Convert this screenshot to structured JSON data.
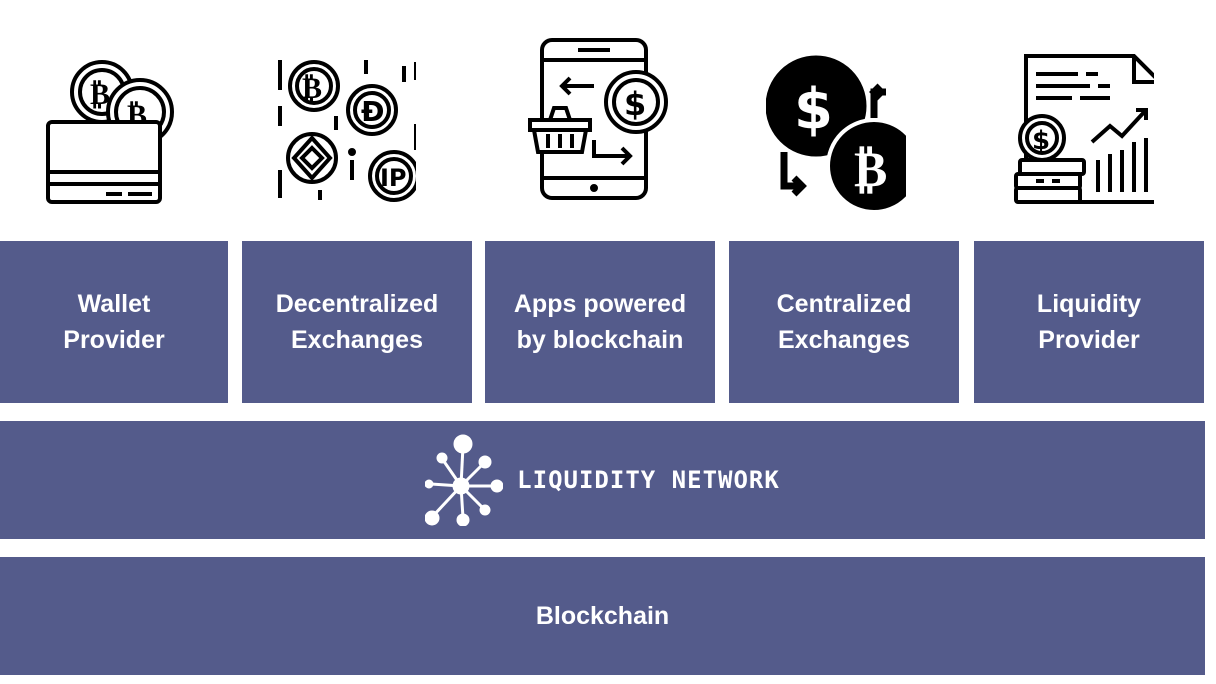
{
  "layers": {
    "top_row": [
      {
        "icon": "wallet-coins-icon",
        "label_line1": "Wallet",
        "label_line2": "Provider"
      },
      {
        "icon": "crypto-tokens-icon",
        "label_line1": "Decentralized",
        "label_line2": "Exchanges"
      },
      {
        "icon": "mobile-payment-icon",
        "label_line1": "Apps powered",
        "label_line2": "by blockchain"
      },
      {
        "icon": "currency-exchange-icon",
        "label_line1": "Centralized",
        "label_line2": "Exchanges"
      },
      {
        "icon": "financial-report-icon",
        "label_line1": "Liquidity",
        "label_line2": "Provider"
      }
    ],
    "network_layer": {
      "icon": "network-node-logo-icon",
      "label": "LIQUIDITY NETWORK"
    },
    "base_layer": {
      "label": "Blockchain"
    }
  },
  "colors": {
    "box_fill": "#545b8b",
    "text": "#ffffff",
    "icon_stroke": "#000000",
    "background": "#ffffff"
  }
}
